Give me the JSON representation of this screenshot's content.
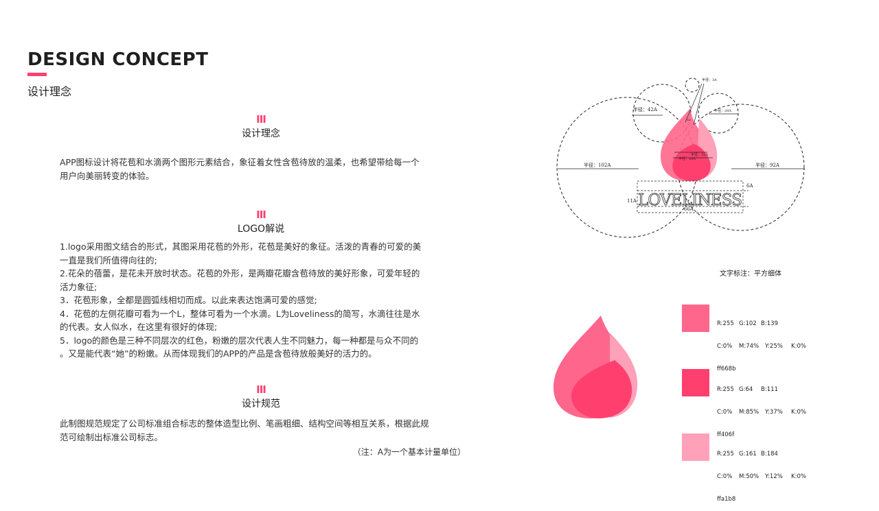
{
  "colors": {
    "accent": "#ff406f",
    "pink1": "#ff668b",
    "pink2": "#ff406f",
    "pink3": "#ffa1b8"
  },
  "header": {
    "title": "DESIGN CONCEPT",
    "subtitle": "设计理念"
  },
  "sections": [
    {
      "mark": "III",
      "heading": "设计理念",
      "lines": [
        "APP图标设计将花苞和水滴两个图形元素结合，象征着女性含苞待放的温柔，也希望带给每一个",
        "用户向美丽转变的体验。"
      ]
    },
    {
      "mark": "III",
      "heading": "LOGO解说",
      "lines": [
        "1.logo采用图文结合的形式，其图采用花苞的外形，花苞是美好的象征。活泼的青春的可爱的美",
        "一直是我们所值得向往的;",
        "2.花朵的蓓蕾，是花未开放时状态。花苞的外形，是两瓣花瓣含苞待放的美好形象，可爱年轻的",
        "活力象征;",
        "3．花苞形象，全都是圆弧线相切而成。以此来表达饱满可爱的感觉;",
        "4．花苞的左侧花瓣可看为一个L，整体可看为一个水滴。L为Loveliness的简写，水滴往往是水",
        "的代表。女人似水，在这里有很好的体现;",
        "5．logo的颜色是三种不同层次的红色，粉嫩的层次代表人生不同魅力，每一种都是与众不同的",
        "。又是能代表“她”的粉嫩。从而体现我们的APP的产品是含苞待放般美好的活力的。"
      ]
    },
    {
      "mark": "III",
      "heading": "设计规范",
      "lines": [
        "此制图规范规定了公司标准组合标志的整体造型比例、笔画粗细、结构空间等相互关系，根据此规",
        "范可绘制出标准公司标志。"
      ]
    }
  ],
  "note": "（注：A为一个基本计量单位）",
  "diagram": {
    "logo_text": "LOVELINESS",
    "radius_102": "半径：102A",
    "radius_92": "半径：92A",
    "radius_42": "半径：42A",
    "radius_29": "半径：29A",
    "radius_3": "半径：3A",
    "radius_35": "半径：35A",
    "radius_28": "半径：28A",
    "radius_small": "3A",
    "dim_height": "11A",
    "dim_width": "66A",
    "dim_gap": "6A"
  },
  "font_note": "文字标注：平方细体",
  "swatches": [
    {
      "rgb_r": "R:255",
      "rgb_g": "G:102",
      "rgb_b": "B:139",
      "c": "C:0%",
      "m": "M:74%",
      "y": "Y:25%",
      "k": "K:0%",
      "hex": "ff668b",
      "color": "#ff668b"
    },
    {
      "rgb_r": "R:255",
      "rgb_g": "G:64",
      "rgb_b": "B:111",
      "c": "C:0%",
      "m": "M:85%",
      "y": "Y:37%",
      "k": "K:0%",
      "hex": "ff406f",
      "color": "#ff406f"
    },
    {
      "rgb_r": "R:255",
      "rgb_g": "G:161",
      "rgb_b": "B:184",
      "c": "C:0%",
      "m": "M:50%",
      "y": "Y:12%",
      "k": "K:0%",
      "hex": "ffa1b8",
      "color": "#ffa1b8"
    }
  ]
}
